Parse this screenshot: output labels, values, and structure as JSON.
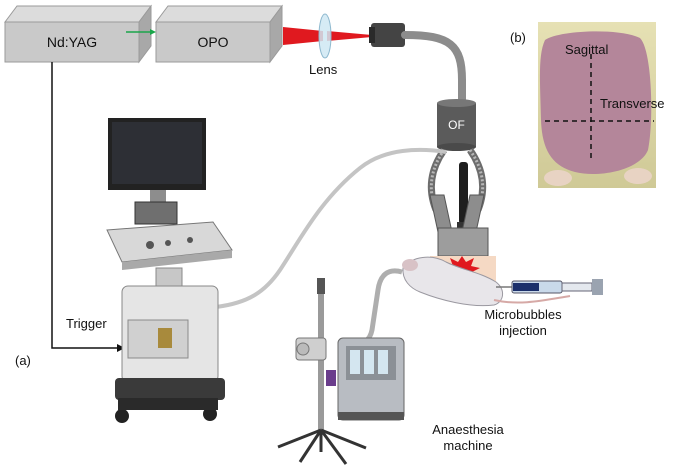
{
  "colors": {
    "box_fill": "#c9c9c9",
    "box_side": "#a8a8a8",
    "box_top": "#dcdcdc",
    "laser_green": "#1aa64a",
    "laser_red": "#e0191f",
    "fiber_grey": "#8c8c8c",
    "cable_grey": "#c4c4c4",
    "trigger_line": "#111111",
    "skin_pink": "#b4869a",
    "dashed_line": "#111111",
    "fur": "#ddd8a8"
  },
  "labels": {
    "nd_yag": "Nd:YAG",
    "opo": "OPO",
    "lens": "Lens",
    "of": "OF",
    "trigger": "Trigger",
    "panel_a": "(a)",
    "panel_b": "(b)",
    "sagittal": "Sagittal",
    "transverse": "Transverse",
    "microbubbles_line1": "Microbubbles",
    "microbubbles_line2": "injection",
    "anaesthesia_line1": "Anaesthesia",
    "anaesthesia_line2": "machine"
  },
  "icons": {
    "ultrasound_scanner": "ultrasound-scanner-icon",
    "anaesthesia_machine": "anaesthesia-machine-icon",
    "mouse": "mouse-icon",
    "syringe": "syringe-icon",
    "photoacoustic_signal": "burst-icon"
  }
}
